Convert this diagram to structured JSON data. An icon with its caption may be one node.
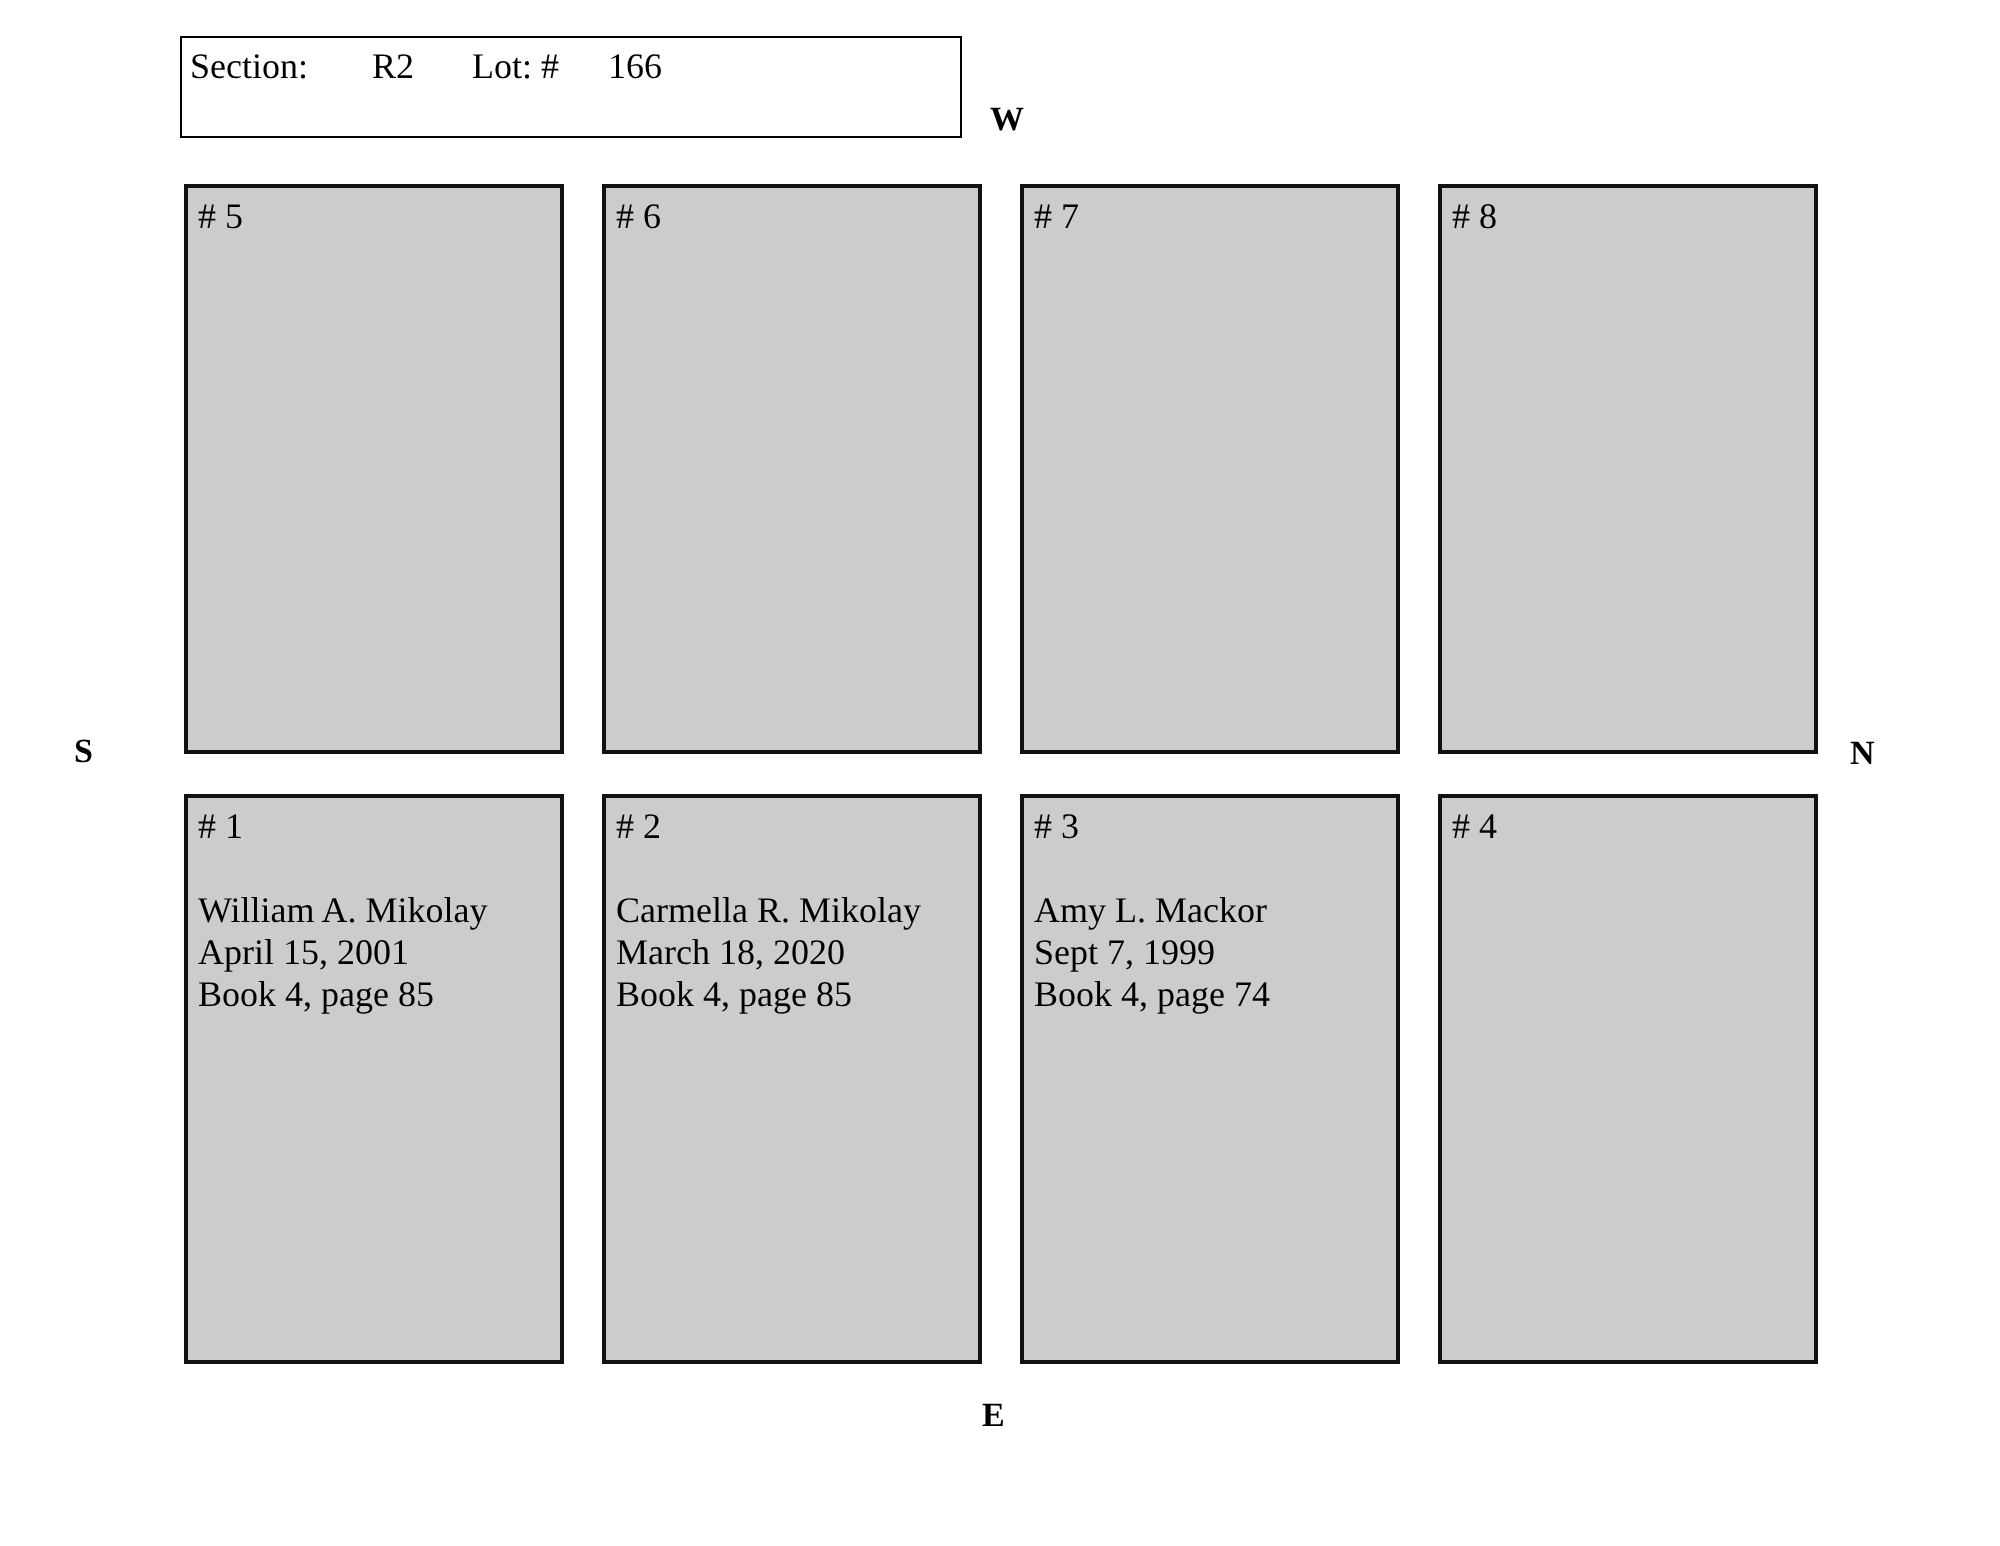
{
  "diagram": {
    "nodes": [
      {
        "text": [
          "Section:",
          "R2",
          "Lot: #",
          "166"
        ]
      },
      {
        "text": [
          "# 5"
        ]
      },
      {
        "text": [
          "# 6"
        ]
      },
      {
        "text": [
          "# 7"
        ]
      },
      {
        "text": [
          "# 8"
        ]
      },
      {
        "text": [
          "# 1",
          "William A. Mikolay",
          "April 15, 2001",
          "Book 4, page 85"
        ]
      },
      {
        "text": [
          "# 2",
          "Carmella R. Mikolay",
          "March 18, 2020",
          "Book 4, page 85"
        ]
      },
      {
        "text": [
          "# 3",
          "Amy L. Mackor",
          "Sept 7, 1999",
          "Book 4, page 74"
        ]
      },
      {
        "text": [
          "# 4"
        ]
      }
    ],
    "labels": [
      "W",
      "S",
      "N",
      "E"
    ]
  }
}
